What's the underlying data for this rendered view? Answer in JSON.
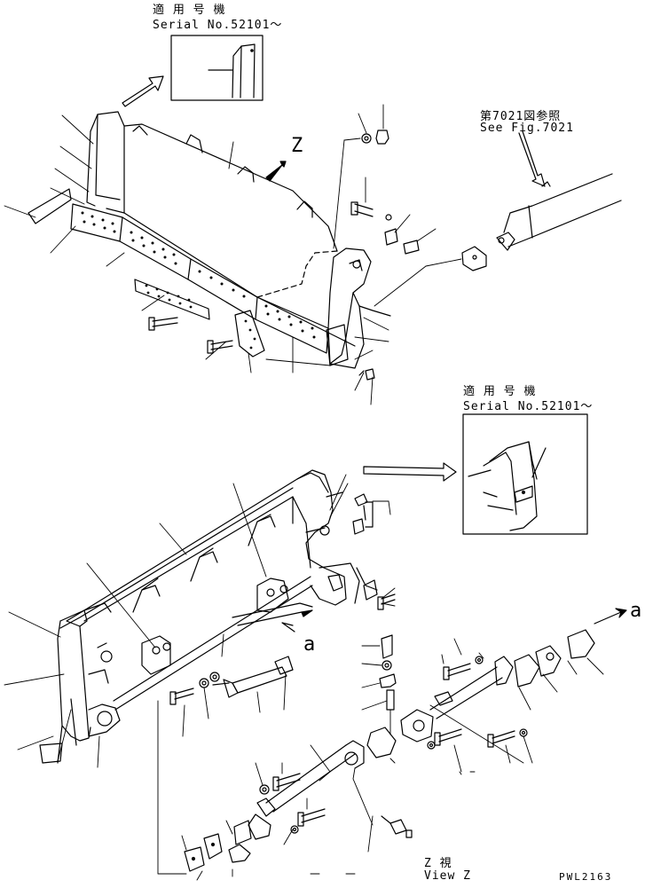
{
  "callouts": {
    "top_note_jp": "適 用 号 機",
    "top_note_serial": "Serial No.52101～",
    "see_fig_jp": "第7021図参照",
    "see_fig_en": "See Fig.7021",
    "mid_note_jp": "適 用 号 機",
    "mid_note_serial": "Serial No.52101～"
  },
  "markers": {
    "view_letter": "Z",
    "ref_a_left": "a",
    "ref_a_right": "a"
  },
  "view_label": {
    "jp": "Z 視",
    "en": "View Z"
  },
  "drawing_code": "PWL2163"
}
